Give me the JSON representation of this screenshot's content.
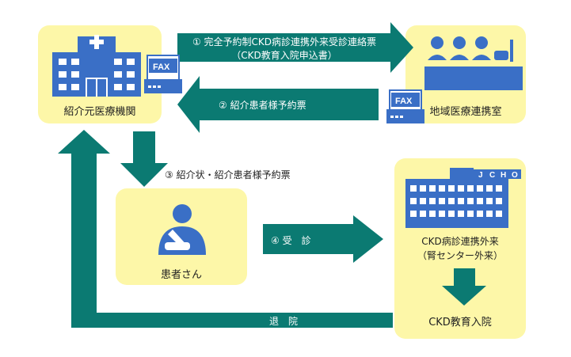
{
  "nodes": {
    "referring": {
      "label": "紹介元医療機関"
    },
    "regional": {
      "label": "地域医療連携室"
    },
    "patient": {
      "label": "患者さん"
    },
    "ckd_outpatient": {
      "line1": "CKD病診連携外来",
      "line2": "（腎センター外来）"
    },
    "ckd_admission": {
      "label": "CKD教育入院"
    }
  },
  "flows": {
    "step1": {
      "line1": "① 完全予約制CKD病診連携外来受診連絡票",
      "line2": "（CKD教育入院申込書）"
    },
    "step2": {
      "label": "② 紹介患者様予約票"
    },
    "step3": {
      "label": "③ 紹介状・紹介患者様予約票"
    },
    "step4": {
      "label": "④ 受　診"
    },
    "discharge": {
      "label": "退　院"
    }
  },
  "icons": {
    "fax": "FAX",
    "jcho": [
      "J",
      "C",
      "H",
      "O"
    ]
  },
  "colors": {
    "box": "#fdf7a8",
    "arrow": "#0b7a72",
    "icon": "#3a6fc6"
  }
}
